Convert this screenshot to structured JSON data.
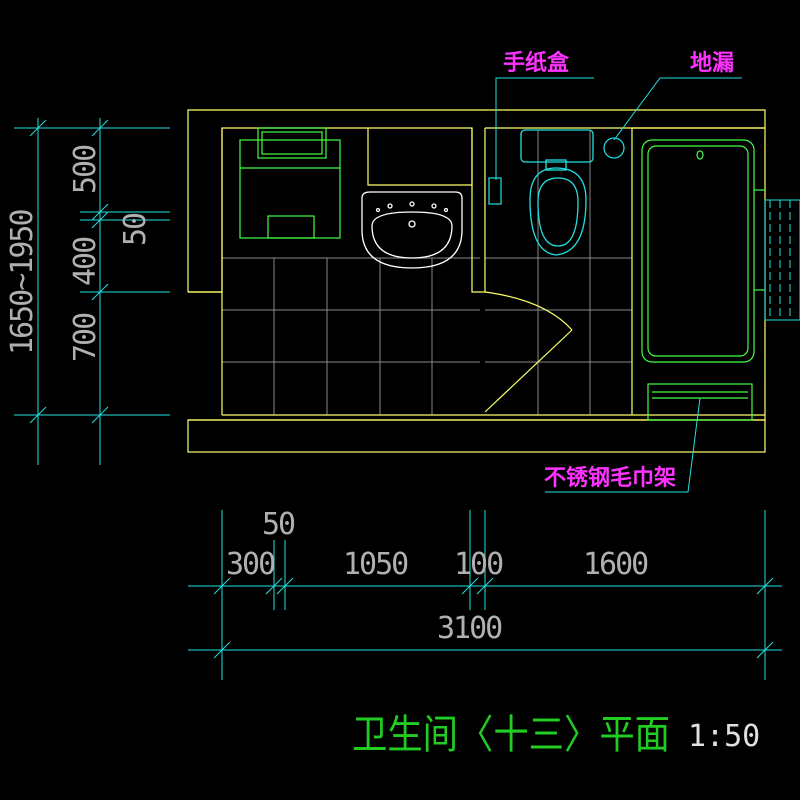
{
  "annotations": {
    "paper_box": "手纸盒",
    "floor_drain": "地漏",
    "towel_rack": "不锈钢毛巾架"
  },
  "vertical_dims": {
    "total": "1650~1950",
    "d500": "500",
    "d50": "50",
    "d400": "400",
    "d700": "700"
  },
  "horizontal_dims": {
    "d50": "50",
    "d300": "300",
    "d1050": "1050",
    "d100": "100",
    "d1600": "1600",
    "total": "3100"
  },
  "title": {
    "text": "卫生间〈十三〉平面",
    "scale": "1:50"
  },
  "colors": {
    "wall": "#ffff66",
    "fixture": "#22e0e0",
    "fixture_green": "#44ff44",
    "tile_grid": "#888888",
    "dimension": "#22e0e0",
    "annotation": "#ff33ff",
    "title": "#22cc22",
    "basin": "#ffffff"
  }
}
